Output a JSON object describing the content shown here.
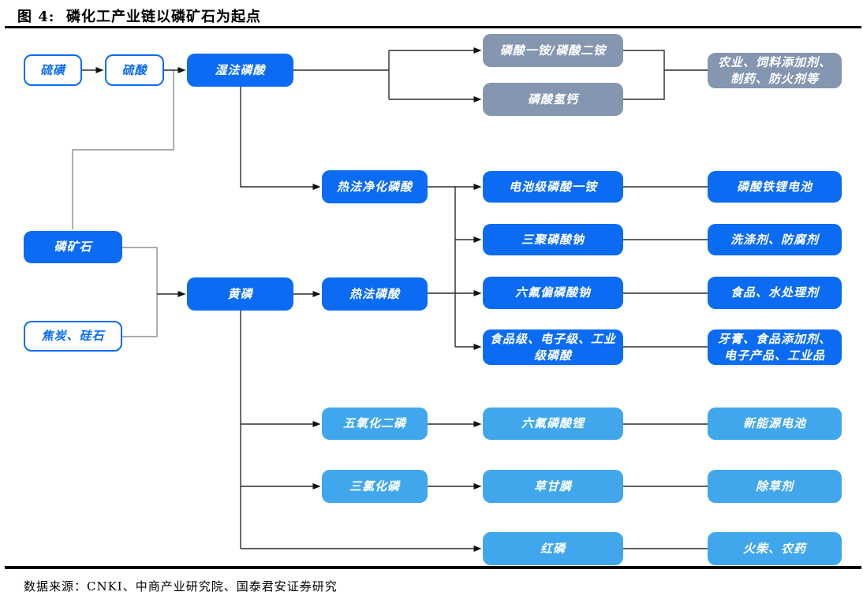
{
  "title": "图 4:  磷化工产业链以磷矿石为起点",
  "source": "数据来源：CNKI、中商产业研究院、国泰君安证券研究",
  "colors": {
    "primary_blue": "#0b6cf3",
    "light_blue": "#41a7ec",
    "gray_blue": "#8496b0",
    "outline_text_blue": "#0b6cf3",
    "line_black": "#2b2b2b",
    "line_gray": "#8f8f8f"
  },
  "nodes": {
    "sulfur": {
      "label": "硫磺"
    },
    "sulfuric_acid": {
      "label": "硫酸"
    },
    "wet_acid": {
      "label": "湿法磷酸"
    },
    "map_dap": {
      "label": "磷酸一铵/磷酸二铵"
    },
    "dcp": {
      "label": "磷酸氢钙"
    },
    "agri_uses": {
      "label": "农业、饲料添加剂、制药、防火剂等"
    },
    "phosphate_rock": {
      "label": "磷矿石"
    },
    "coke_silica": {
      "label": "焦炭、硅石"
    },
    "yellow_p": {
      "label": "黄磷"
    },
    "thermal_purified": {
      "label": "热法净化磷酸"
    },
    "thermal_acid": {
      "label": "热法磷酸"
    },
    "battery_map": {
      "label": "电池级磷酸一铵"
    },
    "lfp_battery": {
      "label": "磷酸铁锂电池"
    },
    "stpp": {
      "label": "三聚磷酸钠"
    },
    "detergent": {
      "label": "洗涤剂、防腐剂"
    },
    "shmp": {
      "label": "六氟偏磷酸钠"
    },
    "food_water": {
      "label": "食品、水处理剂"
    },
    "grade_acid": {
      "label": "食品级、电子级、工业级磷酸"
    },
    "toothpaste": {
      "label": "牙膏、食品添加剂、电子产品、工业品"
    },
    "p2o5": {
      "label": "五氧化二磷"
    },
    "lipf6": {
      "label": "六氟磷酸锂"
    },
    "new_energy": {
      "label": "新能源电池"
    },
    "pcl3": {
      "label": "三氯化磷"
    },
    "glyphosate": {
      "label": "草甘膦"
    },
    "herbicide": {
      "label": "除草剂"
    },
    "red_p": {
      "label": "红磷"
    },
    "matches": {
      "label": "火柴、农药"
    }
  },
  "edges": [
    {
      "from": "硫磺",
      "to": "硫酸"
    },
    {
      "from": "硫酸",
      "to": "湿法磷酸"
    },
    {
      "from": "磷矿石",
      "to": "湿法磷酸"
    },
    {
      "from": "湿法磷酸",
      "to": "磷酸一铵/磷酸二铵"
    },
    {
      "from": "湿法磷酸",
      "to": "磷酸氢钙"
    },
    {
      "from": "磷酸一铵/磷酸二铵",
      "to": "农业、饲料添加剂、制药、防火剂等"
    },
    {
      "from": "磷酸氢钙",
      "to": "农业、饲料添加剂、制药、防火剂等"
    },
    {
      "from": "湿法磷酸",
      "to": "热法净化磷酸"
    },
    {
      "from": "热法净化磷酸",
      "to": "电池级磷酸一铵"
    },
    {
      "from": "热法净化磷酸",
      "to": "三聚磷酸钠"
    },
    {
      "from": "热法净化磷酸",
      "to": "食品级、电子级、工业级磷酸"
    },
    {
      "from": "电池级磷酸一铵",
      "to": "磷酸铁锂电池"
    },
    {
      "from": "三聚磷酸钠",
      "to": "洗涤剂、防腐剂"
    },
    {
      "from": "磷矿石",
      "to": "黄磷"
    },
    {
      "from": "焦炭、硅石",
      "to": "黄磷"
    },
    {
      "from": "黄磷",
      "to": "热法磷酸"
    },
    {
      "from": "热法磷酸",
      "to": "六氟偏磷酸钠"
    },
    {
      "from": "六氟偏磷酸钠",
      "to": "食品、水处理剂"
    },
    {
      "from": "食品级、电子级、工业级磷酸",
      "to": "牙膏、食品添加剂、电子产品、工业品"
    },
    {
      "from": "黄磷",
      "to": "五氧化二磷"
    },
    {
      "from": "五氧化二磷",
      "to": "六氟磷酸锂"
    },
    {
      "from": "六氟磷酸锂",
      "to": "新能源电池"
    },
    {
      "from": "黄磷",
      "to": "三氯化磷"
    },
    {
      "from": "三氯化磷",
      "to": "草甘膦"
    },
    {
      "from": "草甘膦",
      "to": "除草剂"
    },
    {
      "from": "黄磷",
      "to": "红磷"
    },
    {
      "from": "红磷",
      "to": "火柴、农药"
    }
  ]
}
